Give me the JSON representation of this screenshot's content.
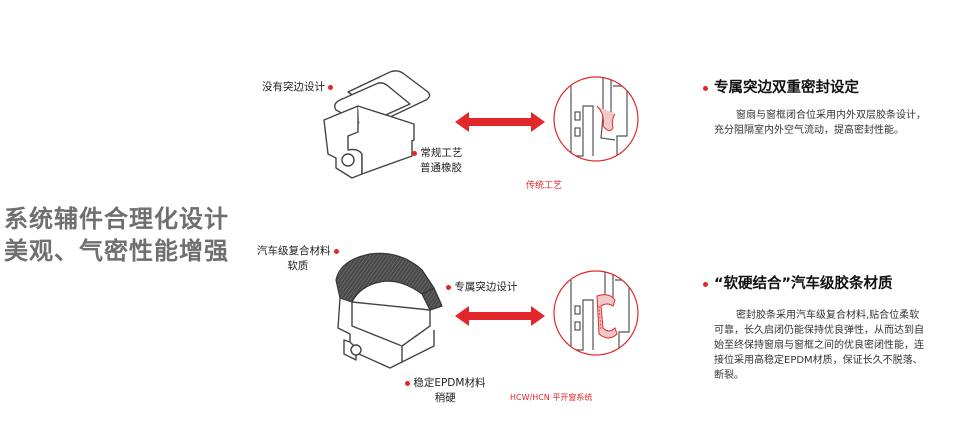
{
  "headline": {
    "line1": "系统辅件合理化设计",
    "line2": "美观、气密性能增强"
  },
  "top_diagram": {
    "label_no_edge": "没有突边设计",
    "label_normal_line1": "常规工艺",
    "label_normal_line2": "普通橡胶",
    "caption": "传统工艺"
  },
  "bottom_diagram": {
    "label_auto_line1": "汽车级复合材料",
    "label_auto_line2": "软质",
    "label_edge": "专属突边设计",
    "label_epdm_line1": "稳定EPDM材料",
    "label_epdm_line2": "稍硬",
    "caption": "HCW/HCN  平开窗系统"
  },
  "feature1": {
    "title": "专属突边双重密封设定",
    "body": "窗扇与窗框闭合位采用内外双层胶条设计，充分阻隔室内外空气流动，提高密封性能。"
  },
  "feature2": {
    "title": "“软硬结合”汽车级胶条材质",
    "body": "密封胶条采用汽车级复合材料,贴合位柔软可靠，长久启闭仍能保持优良弹性，从而达到自始至终保持窗扇与窗框之间的优良密闭性能，连接位采用高稳定EPDM材质，保证长久不脱落、断裂。"
  },
  "colors": {
    "accent": "#e3262a",
    "headline": "#6f6f6f",
    "outline": "#444444"
  }
}
